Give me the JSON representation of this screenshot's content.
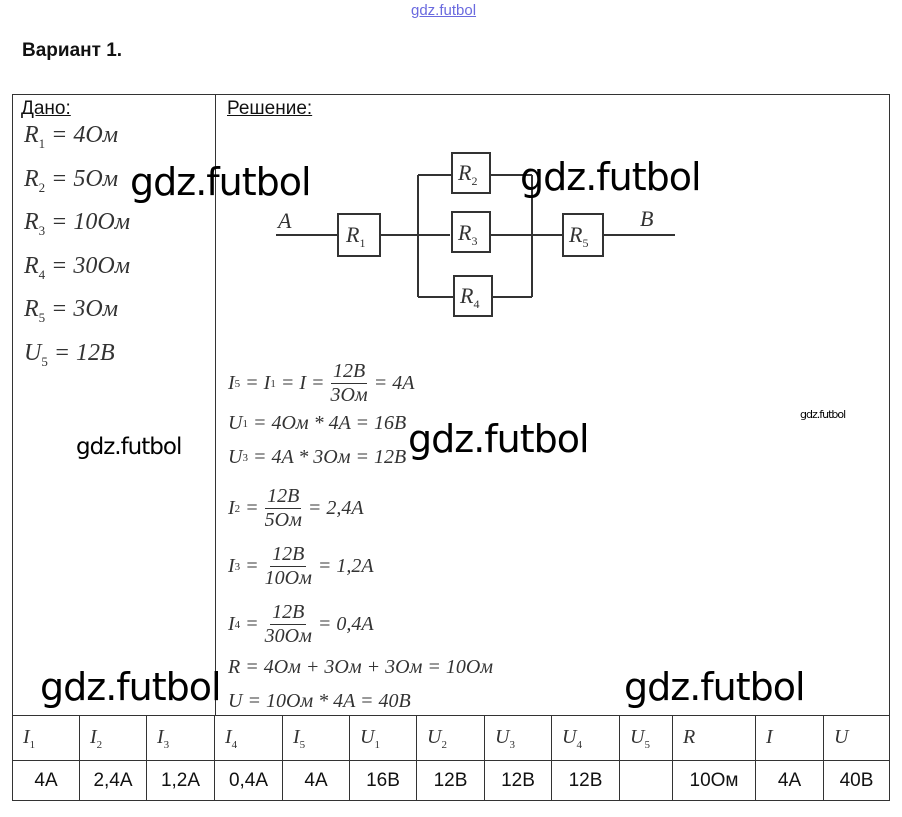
{
  "watermark": "gdz.futbol",
  "title": "Вариант 1.",
  "given": {
    "label": "Дано:",
    "items": [
      {
        "sym": "R",
        "sub": "1",
        "val": "= 4Ом"
      },
      {
        "sym": "R",
        "sub": "2",
        "val": "= 5Ом"
      },
      {
        "sym": "R",
        "sub": "3",
        "val": "= 10Ом"
      },
      {
        "sym": "R",
        "sub": "4",
        "val": "= 30Ом"
      },
      {
        "sym": "R",
        "sub": "5",
        "val": "= 3Ом"
      },
      {
        "sym": "U",
        "sub": "5",
        "val": "= 12В"
      }
    ]
  },
  "solution": {
    "label": "Решение:",
    "circuit": {
      "a": "A",
      "b": "B",
      "r1": "R",
      "r2": "R",
      "r3": "R",
      "r4": "R",
      "r5": "R",
      "s1": "1",
      "s2": "2",
      "s3": "3",
      "s4": "4",
      "s5": "5"
    },
    "eq": [
      {
        "lhs": "I",
        "s": "5",
        "mid": "= I",
        "s2": "1",
        "mid2": "= I =",
        "num": "12В",
        "den": "3Ом",
        "rhs": "= 4A"
      },
      {
        "text": "= 4Ом * 4A = 16В",
        "sym": "U",
        "s": "1"
      },
      {
        "text": "= 4A * 3Ом = 12В",
        "sym": "U",
        "s": "3"
      },
      {
        "sym": "I",
        "s": "2",
        "num": "12В",
        "den": "5Ом",
        "rhs": "= 2,4A"
      },
      {
        "sym": "I",
        "s": "3",
        "num": "12В",
        "den": "10Ом",
        "rhs": "= 1,2A"
      },
      {
        "sym": "I",
        "s": "4",
        "num": "12В",
        "den": "30Ом",
        "rhs": "= 0,4A"
      },
      {
        "text": "R = 4Ом + 3Ом + 3Ом = 10Ом"
      },
      {
        "text": "U = 10Ом * 4A = 40В"
      }
    ]
  },
  "table": {
    "headers": [
      [
        "I",
        "1"
      ],
      [
        "I",
        "2"
      ],
      [
        "I",
        "3"
      ],
      [
        "I",
        "4"
      ],
      [
        "I",
        "5"
      ],
      [
        "U",
        "1"
      ],
      [
        "U",
        "2"
      ],
      [
        "U",
        "3"
      ],
      [
        "U",
        "4"
      ],
      [
        "U",
        "5"
      ],
      [
        "R",
        ""
      ],
      [
        "I",
        ""
      ],
      [
        "U",
        ""
      ]
    ],
    "values": [
      "4A",
      "2,4A",
      "1,2A",
      "0,4A",
      "4A",
      "16В",
      "12В",
      "12В",
      "12В",
      "",
      "10Ом",
      "4A",
      "40В"
    ]
  }
}
